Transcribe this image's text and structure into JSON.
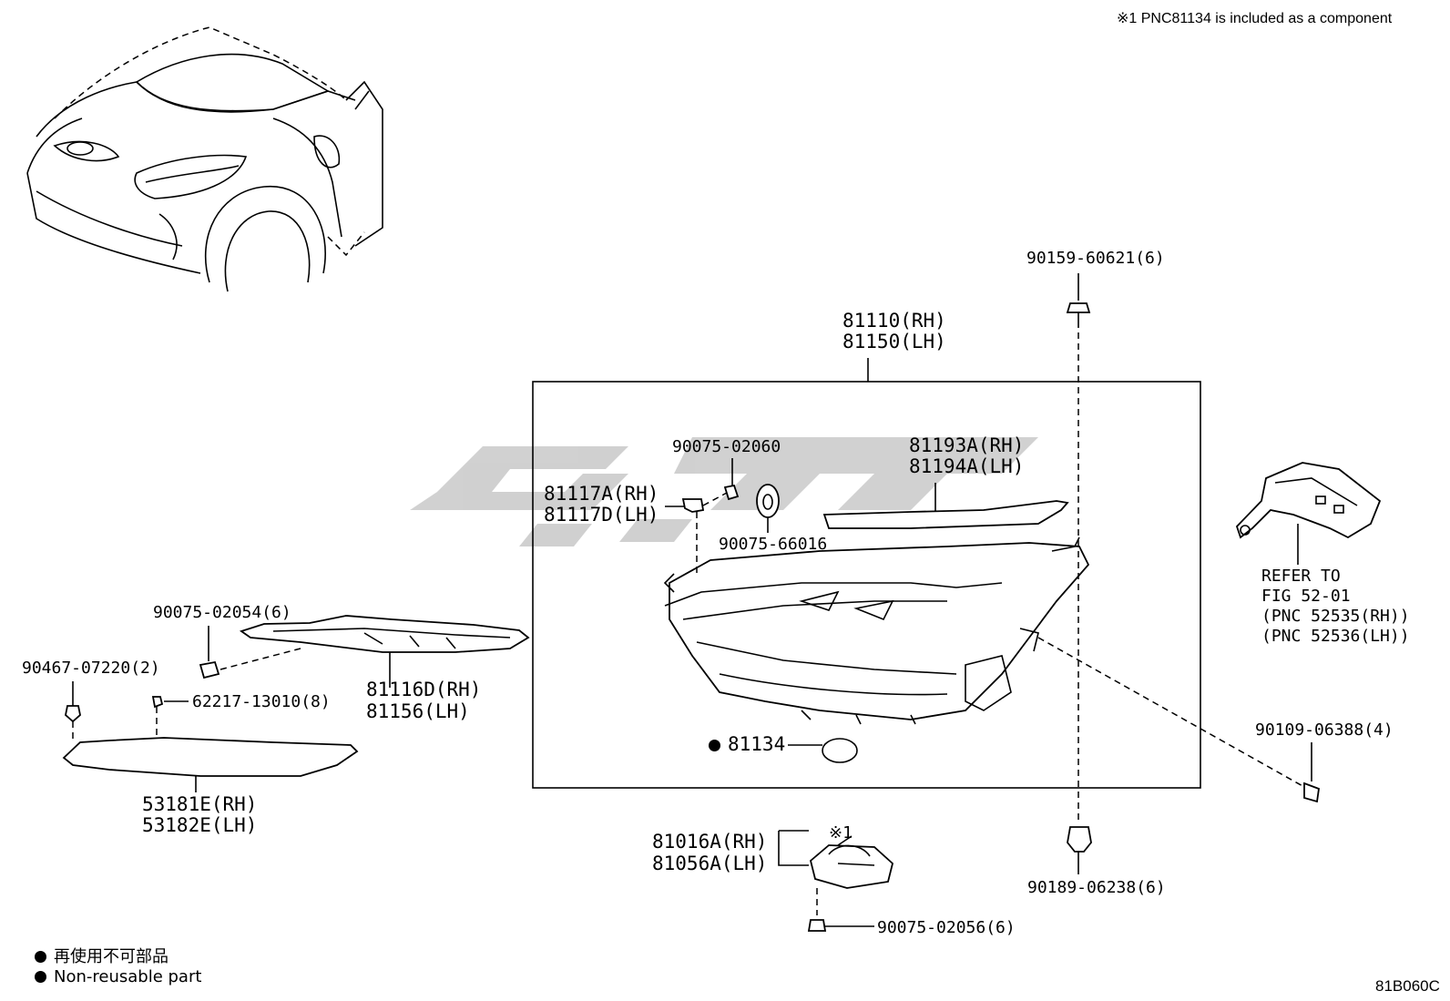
{
  "note_top": "※1 PNC81134 is included as a component",
  "figure_code": "81B060C",
  "legend": {
    "jp": "再使用不可部品",
    "en": "Non-reusable part"
  },
  "parts": {
    "p90159": "90159-60621(6)",
    "p81110": "81110(RH)",
    "p81150": "81150(LH)",
    "p90075_02060": "90075-02060",
    "p81193": "81193A(RH)",
    "p81194": "81194A(LH)",
    "p81117a": "81117A(RH)",
    "p81117d": "81117D(LH)",
    "p90075_66016": "90075-66016",
    "refer1": "REFER TO",
    "refer2": "FIG 52-01",
    "refer3": "(PNC 52535(RH))",
    "refer4": "(PNC 52536(LH))",
    "p90075_02054": "90075-02054(6)",
    "p90467": "90467-07220(2)",
    "p62217": "62217-13010(8)",
    "p81116": "81116D(RH)",
    "p81156": "81156(LH)",
    "p81134": "81134",
    "p90109": "90109-06388(4)",
    "p53181": "53181E(RH)",
    "p53182": "53182E(LH)",
    "mark1": "※1",
    "p81016": "81016A(RH)",
    "p81056": "81056A(LH)",
    "p90189": "90189-06238(6)",
    "p90075_02056": "90075-02056(6)"
  }
}
